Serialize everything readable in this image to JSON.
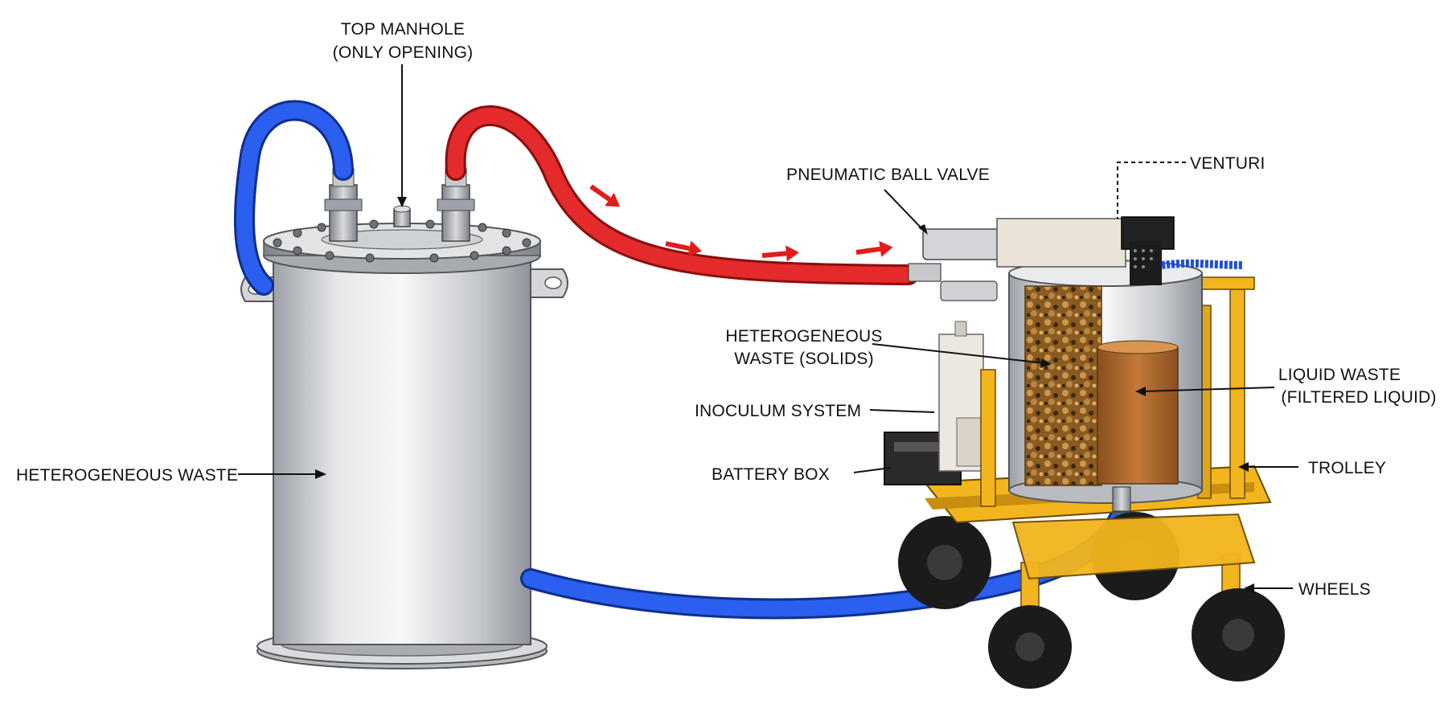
{
  "labels": {
    "top_manhole_line1": "TOP MANHOLE",
    "top_manhole_line2": "(ONLY OPENING)",
    "heterogeneous_waste": "HETEROGENEOUS WASTE",
    "pneumatic_ball_valve": "PNEUMATIC BALL VALVE",
    "venturi": "VENTURI",
    "heterogeneous_solids_line1": "HETEROGENEOUS",
    "heterogeneous_solids_line2": "WASTE (SOLIDS)",
    "inoculum_system": "INOCULUM SYSTEM",
    "battery_box": "BATTERY BOX",
    "liquid_waste_line1": "LIQUID WASTE",
    "liquid_waste_line2": "(FILTERED LIQUID)",
    "trolley": "TROLLEY",
    "wheels": "WHEELS"
  },
  "colors": {
    "blue_hose": "#1f4fd6",
    "red_hose": "#d91e1e",
    "flow_arrow": "#e21b1b",
    "steel": "#c9ccd1",
    "trolley_yellow": "#f2b51d",
    "solids": "#8a5a1f",
    "liquid": "#b06a2c"
  },
  "icons": [
    "flow-arrow-icon"
  ]
}
